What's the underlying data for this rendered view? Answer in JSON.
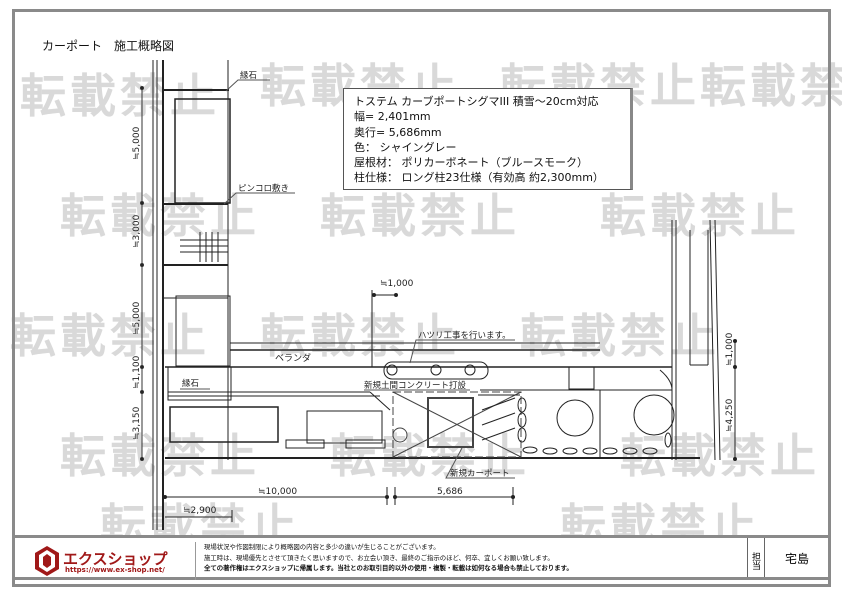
{
  "watermark": "転載禁止",
  "title": "カーポート　施工概略図",
  "spec": {
    "line1": "トステム カーブポートシグマIII 積雪～20cm対応",
    "line2": "幅= 2,401mm",
    "line3": "奥行= 5,686mm",
    "line4": "色： シャイングレー",
    "line5": "屋根材： ポリカーボネート（ブルースモーク）",
    "line6": "柱仕様： ロング柱23仕様（有効高 約2,300mm）"
  },
  "labels": {
    "curb_top": "縁石",
    "pinkoro": "ピンコロ敷き",
    "dim_1000_top": "≒1,000",
    "hatsuri": "ハツリ工事を行います。",
    "veranda": "ベランダ",
    "curb_left": "縁石",
    "concrete": "新規土間コンクリート打設",
    "new_carport": "新規カーポート"
  },
  "dimensions": {
    "left": [
      "≒5,000",
      "≒3,000",
      "≒5,000",
      "≒1,100",
      "≒3,150"
    ],
    "right": [
      "≒1,000",
      "≒4,250"
    ],
    "bottom_10000": "≒10,000",
    "bottom_5686": "5,686",
    "bottom_2900": "≒2,900"
  },
  "footer": {
    "company": "エクスショップ",
    "url": "https://www.ex-shop.net/",
    "note1": "現場状況や作図制限により概略図の内容と多少の違いが生じることがございます。",
    "note2": "施工時は、現場優先とさせて頂きたく思いますので、お立会い頂き、最終のご指示のほど、何卒、宜しくお願い致します。",
    "note3": "全ての著作権はエクスショップに帰属します。当社とのお取引目的以外の使用・複製・転載は如何なる場合も禁止しております。",
    "tanto_label": "担当",
    "person": "宅島"
  },
  "colors": {
    "brand": "#a01818",
    "frame": "#8a8a8a"
  }
}
